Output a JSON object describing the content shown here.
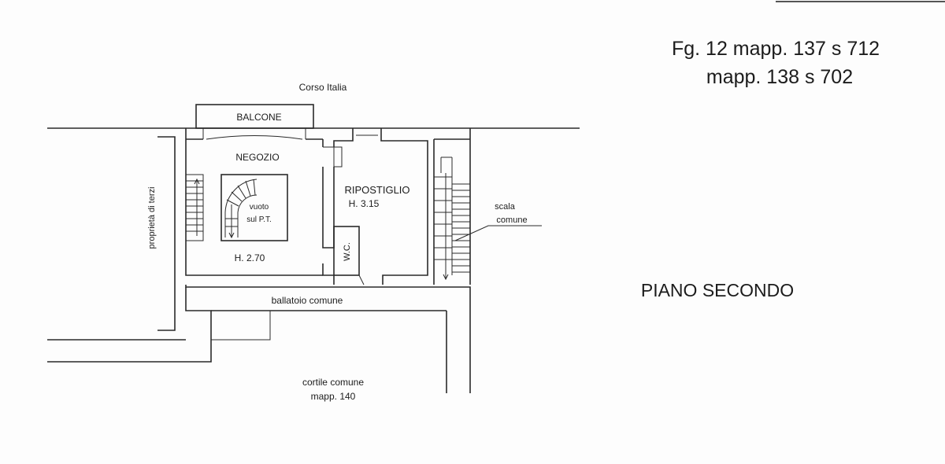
{
  "header": {
    "cadastral_line1": "Fg. 12 mapp. 137 s 712",
    "cadastral_line2": "mapp. 138 s 702"
  },
  "floor_label": "PIANO SECONDO",
  "plan": {
    "street": "Corso Italia",
    "balcony": "BALCONE",
    "shop": "NEGOZIO",
    "void_line1": "vuoto",
    "void_line2": "sul P.T.",
    "shop_height": "H. 2.70",
    "storage": "RIPOSTIGLIO",
    "storage_height": "H. 3.15",
    "wc": "W.C.",
    "stair_line1": "scala",
    "stair_line2": "comune",
    "side_property": "proprietà di terzi",
    "walkway": "ballatoio comune",
    "courtyard_line1": "cortile comune",
    "courtyard_line2": "mapp. 140"
  }
}
